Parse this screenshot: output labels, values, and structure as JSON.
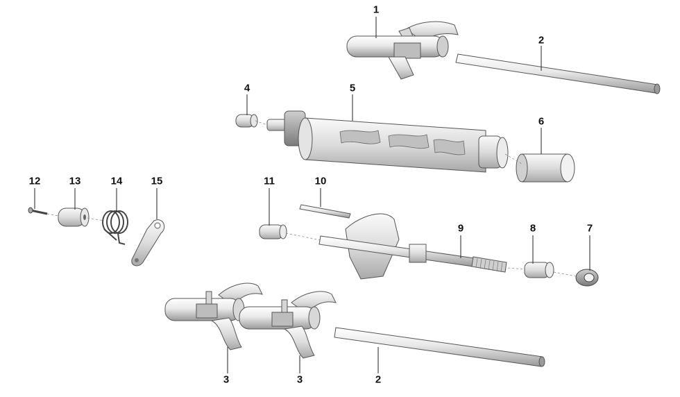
{
  "diagram": {
    "callouts": [
      {
        "id": "c1",
        "label": "1",
        "part": "shift-fork-upper"
      },
      {
        "id": "c2a",
        "label": "2",
        "part": "fork-shaft-upper"
      },
      {
        "id": "c3a",
        "label": "3",
        "part": "shift-fork-lower-left"
      },
      {
        "id": "c3b",
        "label": "3",
        "part": "shift-fork-lower-right"
      },
      {
        "id": "c2b",
        "label": "2",
        "part": "fork-shaft-lower"
      },
      {
        "id": "c4",
        "label": "4",
        "part": "bushing-small"
      },
      {
        "id": "c5",
        "label": "5",
        "part": "shift-drum"
      },
      {
        "id": "c6",
        "label": "6",
        "part": "drum-bearing-sleeve"
      },
      {
        "id": "c7",
        "label": "7",
        "part": "oil-seal"
      },
      {
        "id": "c8",
        "label": "8",
        "part": "shaft-bushing"
      },
      {
        "id": "c9",
        "label": "9",
        "part": "gearshift-shaft"
      },
      {
        "id": "c10",
        "label": "10",
        "part": "pin"
      },
      {
        "id": "c11",
        "label": "11",
        "part": "collar"
      },
      {
        "id": "c12",
        "label": "12",
        "part": "bolt"
      },
      {
        "id": "c13",
        "label": "13",
        "part": "spacer-collar"
      },
      {
        "id": "c14",
        "label": "14",
        "part": "torsion-spring"
      },
      {
        "id": "c15",
        "label": "15",
        "part": "stopper-lever"
      }
    ]
  }
}
